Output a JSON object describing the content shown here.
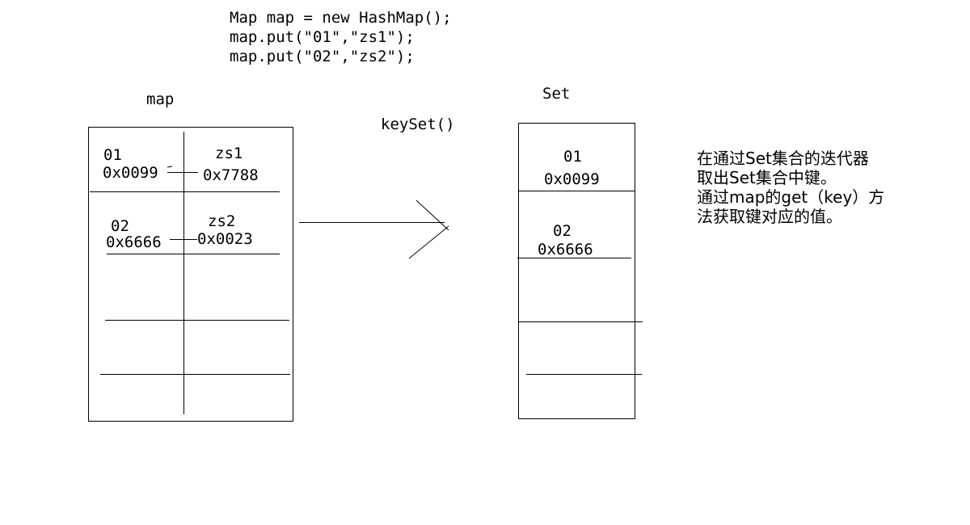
{
  "code_lines": [
    "Map map = new HashMap();",
    "map.put(\"01\",\"zs1\");",
    "map.put(\"02\",\"zs2\");"
  ],
  "map_box": {
    "title": "map",
    "entries": [
      {
        "key": "01",
        "key_addr": "0x0099",
        "value": "zs1",
        "value_addr": "0x7788"
      },
      {
        "key": "02",
        "key_addr": "0x6666",
        "value": "zs2",
        "value_addr": "0x0023"
      }
    ]
  },
  "arrow_label": "keySet()",
  "set_box": {
    "title": "Set",
    "entries": [
      {
        "key": "01",
        "key_addr": "0x0099"
      },
      {
        "key": "02",
        "key_addr": "0x6666"
      }
    ]
  },
  "note_lines": [
    "在通过Set集合的迭代器",
    "取出Set集合中键。",
    "通过map的get（key）方",
    "法获取键对应的值。"
  ],
  "colors": {
    "line": "#000000",
    "background": "#ffffff",
    "text": "#000000"
  }
}
